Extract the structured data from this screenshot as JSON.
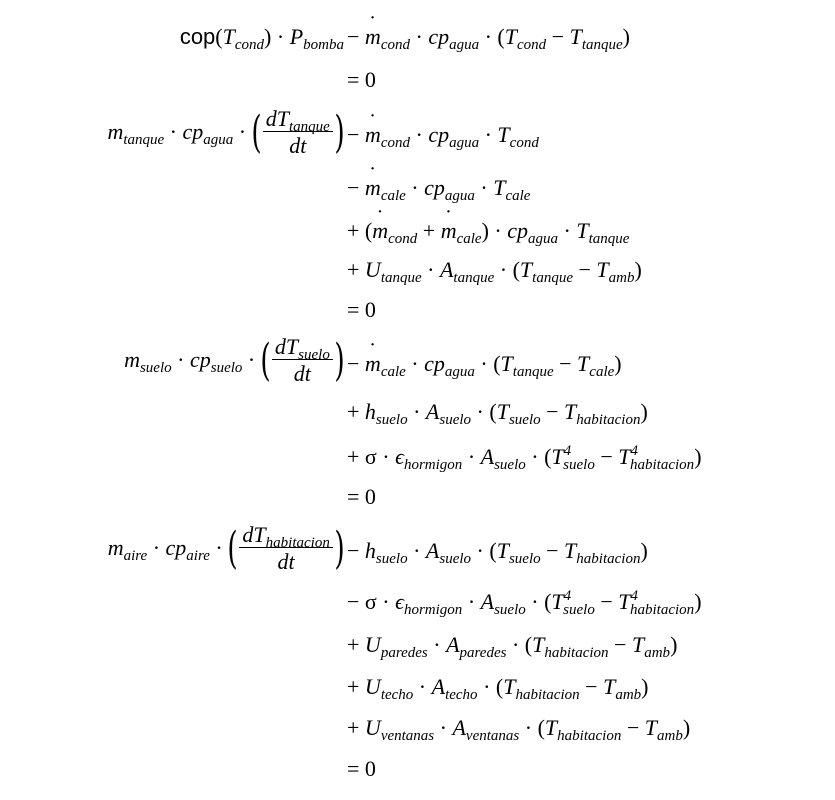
{
  "equations": [
    {
      "lhs_label": "cop",
      "lines": [
        "= 0"
      ]
    }
  ],
  "labels": {
    "cop": "cop",
    "zero": "0"
  }
}
